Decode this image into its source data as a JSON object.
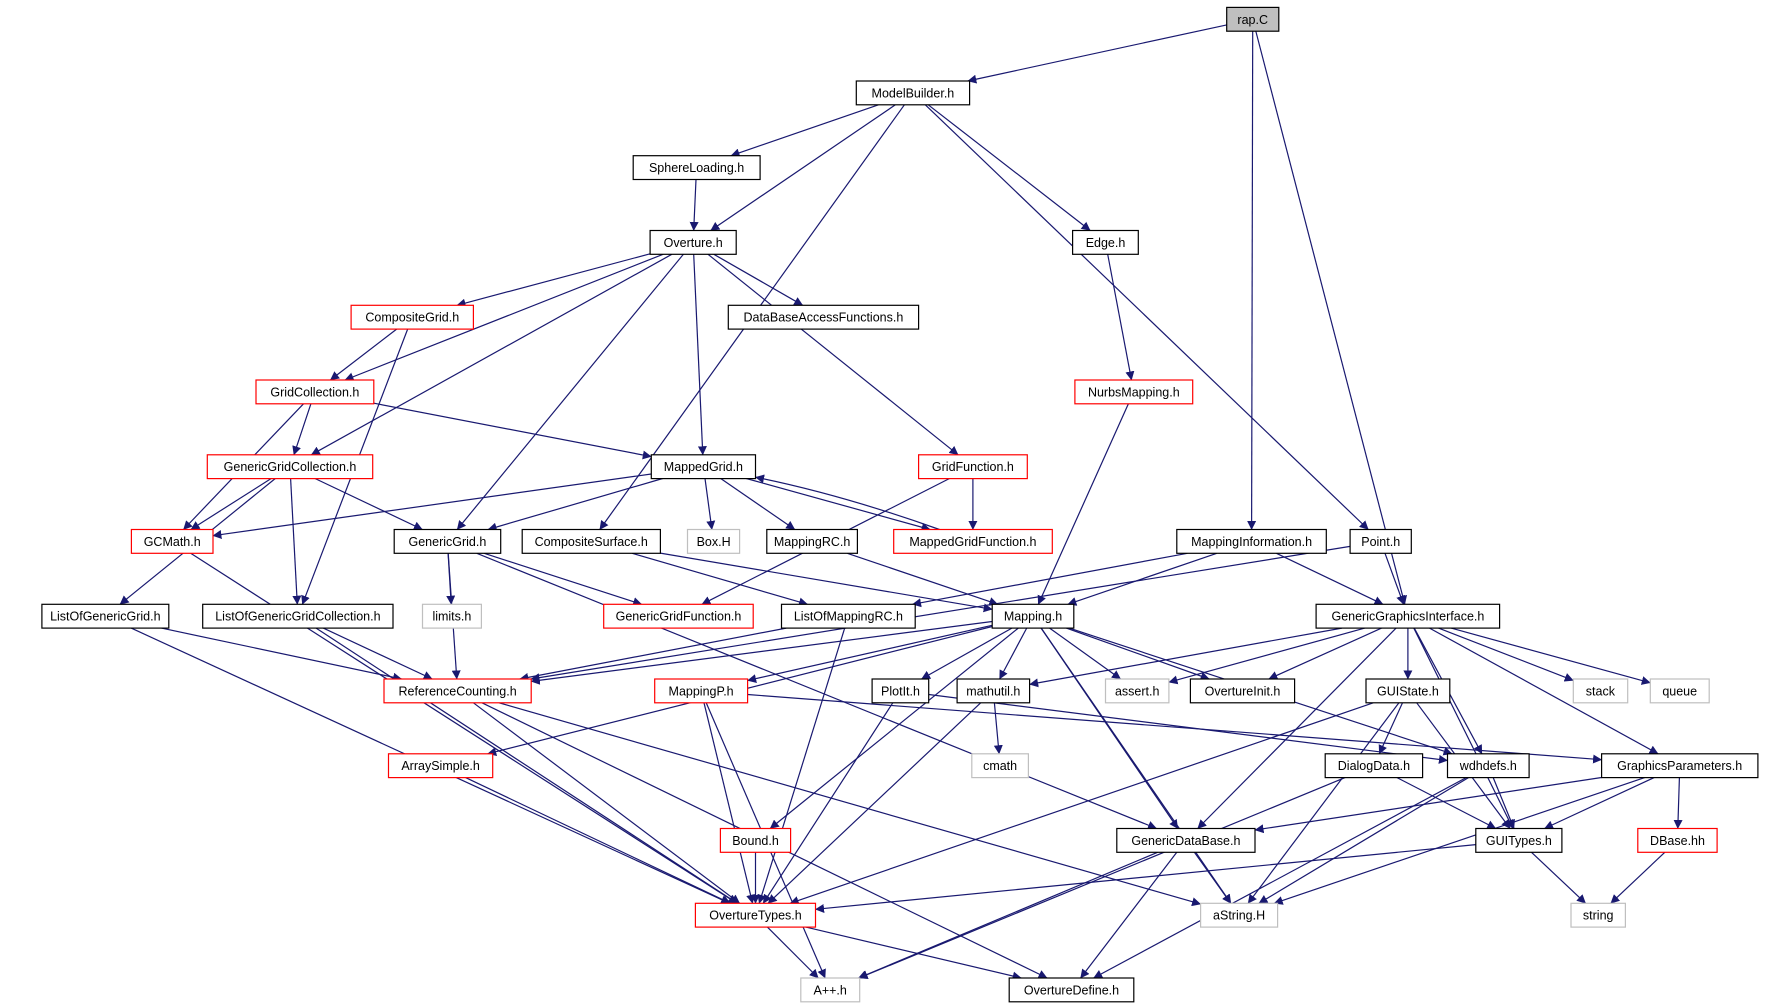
{
  "colors": {
    "edge": "#191970",
    "node_border_normal": "#000000",
    "node_border_red": "#ff0000",
    "node_border_gray": "#bfbfbf",
    "root_fill": "#bfbfbf",
    "node_fill": "#ffffff",
    "text": "#000000"
  },
  "nodes": [
    {
      "id": "rap",
      "label": "rap.C",
      "style": "root"
    },
    {
      "id": "ModelBuilder",
      "label": "ModelBuilder.h",
      "style": "normal"
    },
    {
      "id": "SphereLoading",
      "label": "SphereLoading.h",
      "style": "normal"
    },
    {
      "id": "Overture",
      "label": "Overture.h",
      "style": "normal"
    },
    {
      "id": "Edge",
      "label": "Edge.h",
      "style": "normal"
    },
    {
      "id": "CompositeGrid",
      "label": "CompositeGrid.h",
      "style": "red"
    },
    {
      "id": "DataBaseAccessFunctions",
      "label": "DataBaseAccessFunctions.h",
      "style": "normal"
    },
    {
      "id": "GridCollection",
      "label": "GridCollection.h",
      "style": "red"
    },
    {
      "id": "NurbsMapping",
      "label": "NurbsMapping.h",
      "style": "red"
    },
    {
      "id": "GenericGridCollection",
      "label": "GenericGridCollection.h",
      "style": "red"
    },
    {
      "id": "MappedGrid",
      "label": "MappedGrid.h",
      "style": "normal"
    },
    {
      "id": "GridFunction",
      "label": "GridFunction.h",
      "style": "red"
    },
    {
      "id": "GCMath",
      "label": "GCMath.h",
      "style": "red"
    },
    {
      "id": "GenericGrid",
      "label": "GenericGrid.h",
      "style": "normal"
    },
    {
      "id": "CompositeSurface",
      "label": "CompositeSurface.h",
      "style": "normal"
    },
    {
      "id": "BoxH",
      "label": "Box.H",
      "style": "gray"
    },
    {
      "id": "MappingRC",
      "label": "MappingRC.h",
      "style": "normal"
    },
    {
      "id": "MappedGridFunction",
      "label": "MappedGridFunction.h",
      "style": "red"
    },
    {
      "id": "MappingInformation",
      "label": "MappingInformation.h",
      "style": "normal"
    },
    {
      "id": "Point",
      "label": "Point.h",
      "style": "normal"
    },
    {
      "id": "ListOfGenericGrid",
      "label": "ListOfGenericGrid.h",
      "style": "normal"
    },
    {
      "id": "ListOfGenericGridCollection",
      "label": "ListOfGenericGridCollection.h",
      "style": "normal"
    },
    {
      "id": "limits",
      "label": "limits.h",
      "style": "gray"
    },
    {
      "id": "GenericGridFunction",
      "label": "GenericGridFunction.h",
      "style": "red"
    },
    {
      "id": "ListOfMappingRC",
      "label": "ListOfMappingRC.h",
      "style": "normal"
    },
    {
      "id": "Mapping",
      "label": "Mapping.h",
      "style": "normal"
    },
    {
      "id": "GenericGraphicsInterface",
      "label": "GenericGraphicsInterface.h",
      "style": "normal"
    },
    {
      "id": "ReferenceCounting",
      "label": "ReferenceCounting.h",
      "style": "red"
    },
    {
      "id": "MappingP",
      "label": "MappingP.h",
      "style": "red"
    },
    {
      "id": "PlotIt",
      "label": "PlotIt.h",
      "style": "normal"
    },
    {
      "id": "mathutil",
      "label": "mathutil.h",
      "style": "normal"
    },
    {
      "id": "assert",
      "label": "assert.h",
      "style": "gray"
    },
    {
      "id": "OvertureInit",
      "label": "OvertureInit.h",
      "style": "normal"
    },
    {
      "id": "GUIState",
      "label": "GUIState.h",
      "style": "normal"
    },
    {
      "id": "stack",
      "label": "stack",
      "style": "gray"
    },
    {
      "id": "queue",
      "label": "queue",
      "style": "gray"
    },
    {
      "id": "cmath",
      "label": "cmath",
      "style": "gray"
    },
    {
      "id": "ArraySimple",
      "label": "ArraySimple.h",
      "style": "red"
    },
    {
      "id": "DialogData",
      "label": "DialogData.h",
      "style": "normal"
    },
    {
      "id": "wdhdefs",
      "label": "wdhdefs.h",
      "style": "normal"
    },
    {
      "id": "GraphicsParameters",
      "label": "GraphicsParameters.h",
      "style": "normal"
    },
    {
      "id": "Bound",
      "label": "Bound.h",
      "style": "red"
    },
    {
      "id": "GenericDataBase",
      "label": "GenericDataBase.h",
      "style": "normal"
    },
    {
      "id": "GUITypes",
      "label": "GUITypes.h",
      "style": "normal"
    },
    {
      "id": "DBase",
      "label": "DBase.hh",
      "style": "red"
    },
    {
      "id": "OvertureTypes",
      "label": "OvertureTypes.h",
      "style": "red"
    },
    {
      "id": "aString",
      "label": "aString.H",
      "style": "gray"
    },
    {
      "id": "string",
      "label": "string",
      "style": "gray"
    },
    {
      "id": "App",
      "label": "A++.h",
      "style": "gray"
    },
    {
      "id": "OvertureDefine",
      "label": "OvertureDefine.h",
      "style": "normal"
    }
  ],
  "edges": [
    [
      "rap",
      "ModelBuilder"
    ],
    [
      "rap",
      "MappingInformation"
    ],
    [
      "rap",
      "GenericGraphicsInterface"
    ],
    [
      "ModelBuilder",
      "SphereLoading"
    ],
    [
      "ModelBuilder",
      "Overture"
    ],
    [
      "ModelBuilder",
      "Edge"
    ],
    [
      "ModelBuilder",
      "CompositeSurface"
    ],
    [
      "ModelBuilder",
      "Point"
    ],
    [
      "SphereLoading",
      "Overture"
    ],
    [
      "Overture",
      "CompositeGrid"
    ],
    [
      "Overture",
      "DataBaseAccessFunctions"
    ],
    [
      "Overture",
      "GridCollection"
    ],
    [
      "Overture",
      "GenericGridCollection"
    ],
    [
      "Overture",
      "MappedGrid"
    ],
    [
      "Overture",
      "GenericGrid"
    ],
    [
      "Overture",
      "GridFunction"
    ],
    [
      "Edge",
      "NurbsMapping"
    ],
    [
      "NurbsMapping",
      "Mapping"
    ],
    [
      "CompositeGrid",
      "GridCollection"
    ],
    [
      "CompositeGrid",
      "ListOfGenericGridCollection"
    ],
    [
      "GridCollection",
      "GenericGridCollection"
    ],
    [
      "GridCollection",
      "GCMath"
    ],
    [
      "GridCollection",
      "MappedGrid"
    ],
    [
      "GenericGridCollection",
      "GCMath"
    ],
    [
      "GenericGridCollection",
      "GenericGrid"
    ],
    [
      "GenericGridCollection",
      "ListOfGenericGrid"
    ],
    [
      "GenericGridCollection",
      "ListOfGenericGridCollection"
    ],
    [
      "MappedGrid",
      "GCMath"
    ],
    [
      "MappedGrid",
      "GenericGrid"
    ],
    [
      "MappedGrid",
      "BoxH"
    ],
    [
      "MappedGrid",
      "MappingRC"
    ],
    [
      "MappedGrid",
      "MappedGridFunction"
    ],
    [
      "MappedGridFunction",
      "MappedGrid"
    ],
    [
      "GridFunction",
      "MappedGridFunction"
    ],
    [
      "GridFunction",
      "GenericGridFunction"
    ],
    [
      "GCMath",
      "OvertureTypes"
    ],
    [
      "GenericGrid",
      "limits"
    ],
    [
      "GenericGrid",
      "GenericGridFunction"
    ],
    [
      "GenericGrid",
      "ReferenceCounting"
    ],
    [
      "GenericGrid",
      "GenericDataBase"
    ],
    [
      "CompositeSurface",
      "ListOfMappingRC"
    ],
    [
      "CompositeSurface",
      "Mapping"
    ],
    [
      "MappingRC",
      "Mapping"
    ],
    [
      "MappingInformation",
      "ListOfMappingRC"
    ],
    [
      "MappingInformation",
      "Mapping"
    ],
    [
      "MappingInformation",
      "GenericGraphicsInterface"
    ],
    [
      "Point",
      "GenericGraphicsInterface"
    ],
    [
      "Point",
      "ReferenceCounting"
    ],
    [
      "ListOfGenericGrid",
      "ReferenceCounting"
    ],
    [
      "ListOfGenericGrid",
      "OvertureTypes"
    ],
    [
      "ListOfGenericGridCollection",
      "ReferenceCounting"
    ],
    [
      "ListOfGenericGridCollection",
      "OvertureTypes"
    ],
    [
      "ListOfMappingRC",
      "ReferenceCounting"
    ],
    [
      "ListOfMappingRC",
      "OvertureTypes"
    ],
    [
      "Mapping",
      "ReferenceCounting"
    ],
    [
      "Mapping",
      "MappingP"
    ],
    [
      "Mapping",
      "PlotIt"
    ],
    [
      "Mapping",
      "mathutil"
    ],
    [
      "Mapping",
      "assert"
    ],
    [
      "Mapping",
      "OvertureInit"
    ],
    [
      "Mapping",
      "ArraySimple"
    ],
    [
      "Mapping",
      "Bound"
    ],
    [
      "Mapping",
      "GenericDataBase"
    ],
    [
      "Mapping",
      "wdhdefs"
    ],
    [
      "Mapping",
      "aString"
    ],
    [
      "GenericGraphicsInterface",
      "mathutil"
    ],
    [
      "GenericGraphicsInterface",
      "assert"
    ],
    [
      "GenericGraphicsInterface",
      "OvertureInit"
    ],
    [
      "GenericGraphicsInterface",
      "GUIState"
    ],
    [
      "GenericGraphicsInterface",
      "stack"
    ],
    [
      "GenericGraphicsInterface",
      "queue"
    ],
    [
      "GenericGraphicsInterface",
      "GraphicsParameters"
    ],
    [
      "GenericGraphicsInterface",
      "GenericDataBase"
    ],
    [
      "GenericGraphicsInterface",
      "wdhdefs"
    ],
    [
      "GenericGraphicsInterface",
      "GUITypes"
    ],
    [
      "ReferenceCounting",
      "OvertureTypes"
    ],
    [
      "ReferenceCounting",
      "aString"
    ],
    [
      "ReferenceCounting",
      "OvertureDefine"
    ],
    [
      "MappingP",
      "OvertureTypes"
    ],
    [
      "MappingP",
      "App"
    ],
    [
      "MappingP",
      "GraphicsParameters"
    ],
    [
      "PlotIt",
      "OvertureTypes"
    ],
    [
      "PlotIt",
      "wdhdefs"
    ],
    [
      "mathutil",
      "cmath"
    ],
    [
      "mathutil",
      "OvertureTypes"
    ],
    [
      "GUIState",
      "DialogData"
    ],
    [
      "GUIState",
      "GUITypes"
    ],
    [
      "GUIState",
      "aString"
    ],
    [
      "GUIState",
      "OvertureTypes"
    ],
    [
      "ArraySimple",
      "OvertureTypes"
    ],
    [
      "DialogData",
      "GUITypes"
    ],
    [
      "DialogData",
      "App"
    ],
    [
      "wdhdefs",
      "GUITypes"
    ],
    [
      "wdhdefs",
      "aString"
    ],
    [
      "wdhdefs",
      "OvertureDefine"
    ],
    [
      "GraphicsParameters",
      "GUITypes"
    ],
    [
      "GraphicsParameters",
      "DBase"
    ],
    [
      "GraphicsParameters",
      "aString"
    ],
    [
      "GraphicsParameters",
      "GenericDataBase"
    ],
    [
      "Bound",
      "OvertureTypes"
    ],
    [
      "GenericDataBase",
      "aString"
    ],
    [
      "GenericDataBase",
      "App"
    ],
    [
      "GenericDataBase",
      "OvertureDefine"
    ],
    [
      "GUITypes",
      "string"
    ],
    [
      "GUITypes",
      "OvertureTypes"
    ],
    [
      "DBase",
      "string"
    ],
    [
      "OvertureTypes",
      "App"
    ],
    [
      "OvertureTypes",
      "OvertureDefine"
    ]
  ]
}
